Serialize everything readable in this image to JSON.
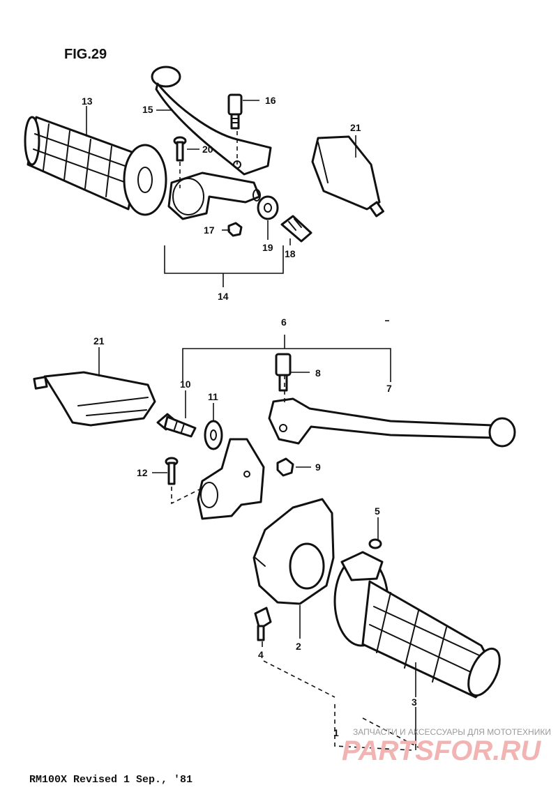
{
  "figure": {
    "title": "FIG.29"
  },
  "footer": {
    "text": "RM100X  Revised 1 Sep., '81"
  },
  "watermark": {
    "tagline": "ЗАПЧАСТИ И АКСЕССУАРЫ ДЛЯ МОТОТЕХНИКИ",
    "logo": "PARTSFOR.RU"
  },
  "callouts": {
    "c1": "1",
    "c2": "2",
    "c3": "3",
    "c4": "4",
    "c5": "5",
    "c6": "6",
    "c7": "7",
    "c8": "8",
    "c9": "9",
    "c10": "10",
    "c11": "11",
    "c12": "12",
    "c13": "13",
    "c14": "14",
    "c15": "15",
    "c16": "16",
    "c17": "17",
    "c18": "18",
    "c19": "19",
    "c20": "20",
    "c21a": "21",
    "c21b": "21"
  }
}
